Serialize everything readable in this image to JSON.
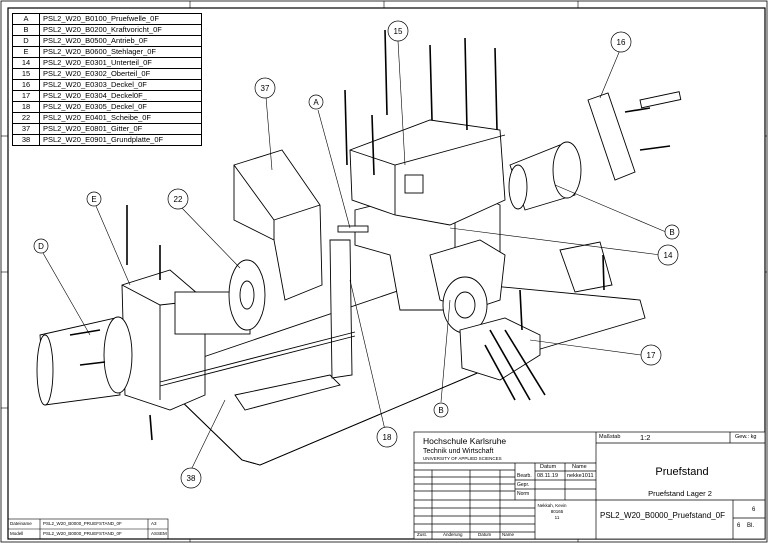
{
  "parts_list": [
    {
      "id": "A",
      "name": "PSL2_W20_B0100_Pruefwelle_0F"
    },
    {
      "id": "B",
      "name": "PSL2_W20_B0200_Kraftvoricht_0F"
    },
    {
      "id": "D",
      "name": "PSL2_W20_B0500_Antrieb_0F"
    },
    {
      "id": "E",
      "name": "PSL2_W20_B0600_Stehlager_0F"
    },
    {
      "id": "14",
      "name": "PSL2_W20_E0301_Unterteil_0F"
    },
    {
      "id": "15",
      "name": "PSL2_W20_E0302_Oberteil_0F"
    },
    {
      "id": "16",
      "name": "PSL2_W20_E0303_Deckel_0F"
    },
    {
      "id": "17",
      "name": "PSL2_W20_E0304_Deckel0F_"
    },
    {
      "id": "18",
      "name": "PSL2_W20_E0305_Deckel_0F"
    },
    {
      "id": "22",
      "name": "PSL2_W20_E0401_Scheibe_0F"
    },
    {
      "id": "37",
      "name": "PSL2_W20_E0801_Gitter_0F"
    },
    {
      "id": "38",
      "name": "PSL2_W20_E0901_Grundplatte_0F"
    }
  ],
  "balloons": {
    "b15": "15",
    "b16": "16",
    "b37": "37",
    "bA": "A",
    "bE": "E",
    "b22": "22",
    "bD": "D",
    "bB1": "B",
    "b14": "14",
    "b17": "17",
    "bB2": "B",
    "b18": "18",
    "b38": "38"
  },
  "title_block": {
    "institution_1": "Hochschule Karlsruhe",
    "institution_2": "Technik und Wirtschaft",
    "institution_3": "UNIVERSITY OF APPLIED SCIENCES",
    "scale_label": "Maßstab",
    "scale_value": "1:2",
    "weight_label": "Gew.: kg",
    "date_header": "Datum",
    "name_header": "Name",
    "bearb_label": "Bearb.",
    "bearb_date": "08.11.19",
    "bearb_name": "nekke1011",
    "gepr_label": "Gepr.",
    "norm_label": "Norm",
    "author_1": "Nekkah, Kevin",
    "author_2": "80165",
    "author_3": "11",
    "drawing_title": "Pruefstand",
    "drawing_subtitle": "Pruefstand Lager 2",
    "drawing_number": "PSL2_W20_B0000_Pruefstand_0F",
    "sheet_no": "6",
    "sheet_total": "6",
    "sheet_label": "Bl.",
    "zust_label": "Zust.",
    "change_label": "Änderung",
    "change_date_label": "Datum",
    "change_name_label": "Name"
  },
  "file_info": {
    "dateiname_label": "Dateiname",
    "dateiname_value": "PSL2_W20_B0000_PRUEFSTAND_0F",
    "modell_label": "Modell",
    "modell_value": "PSL2_W20_B0000_PRUEFSTAND_0F",
    "format": "A3",
    "type": "ASSEM"
  }
}
